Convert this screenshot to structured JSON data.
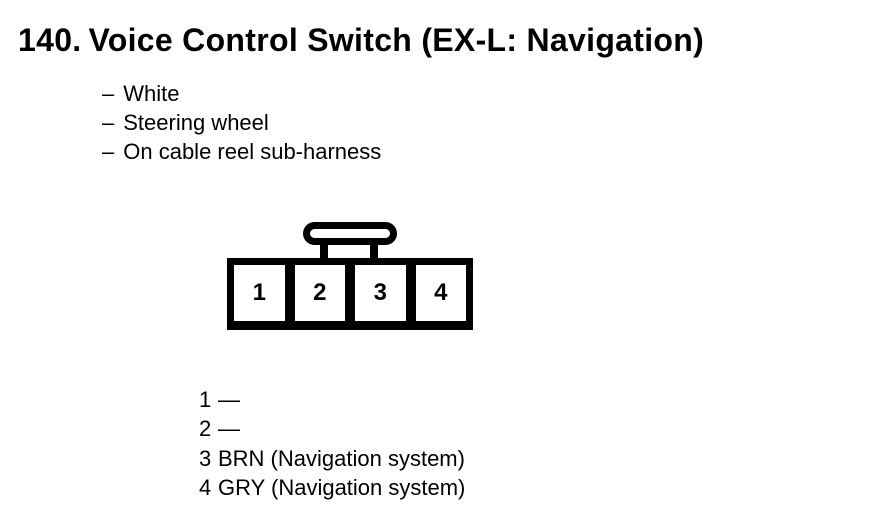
{
  "title": {
    "number": "140.",
    "text": "Voice Control Switch (EX-L: Navigation)"
  },
  "notes": {
    "bullet": "–",
    "items": [
      "White",
      "Steering wheel",
      "On cable reel sub-harness"
    ]
  },
  "connector": {
    "type": "4-pin connector, front view",
    "cavities": [
      "1",
      "2",
      "3",
      "4"
    ]
  },
  "pin_legend": [
    {
      "pin": "1",
      "wire": "—"
    },
    {
      "pin": "2",
      "wire": "—"
    },
    {
      "pin": "3",
      "wire": "BRN (Navigation system)"
    },
    {
      "pin": "4",
      "wire": "GRY (Navigation system)"
    }
  ],
  "colors": {
    "ink": "#000000",
    "paper": "#ffffff"
  }
}
